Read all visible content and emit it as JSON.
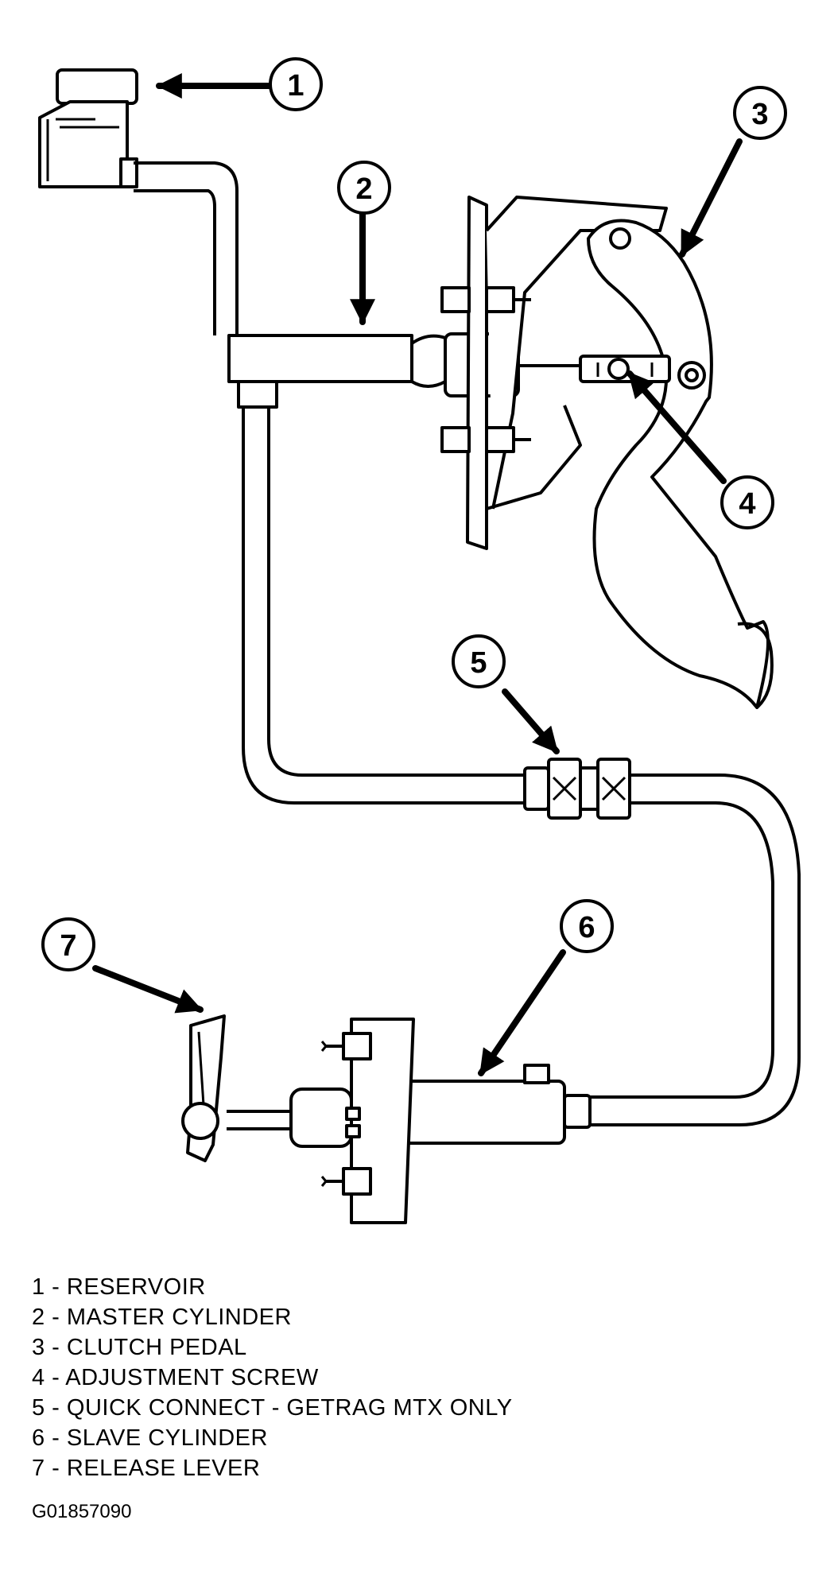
{
  "callouts": [
    "1",
    "2",
    "3",
    "4",
    "5",
    "6",
    "7"
  ],
  "legend": [
    "1 - RESERVOIR",
    "2 - MASTER CYLINDER",
    "3 - CLUTCH PEDAL",
    "4 - ADJUSTMENT SCREW",
    "5 - QUICK CONNECT - GETRAG MTX ONLY",
    "6 - SLAVE CYLINDER",
    "7 - RELEASE LEVER"
  ],
  "figure_id": "G01857090",
  "colors": {
    "ink": "#000000",
    "paper": "#ffffff"
  }
}
